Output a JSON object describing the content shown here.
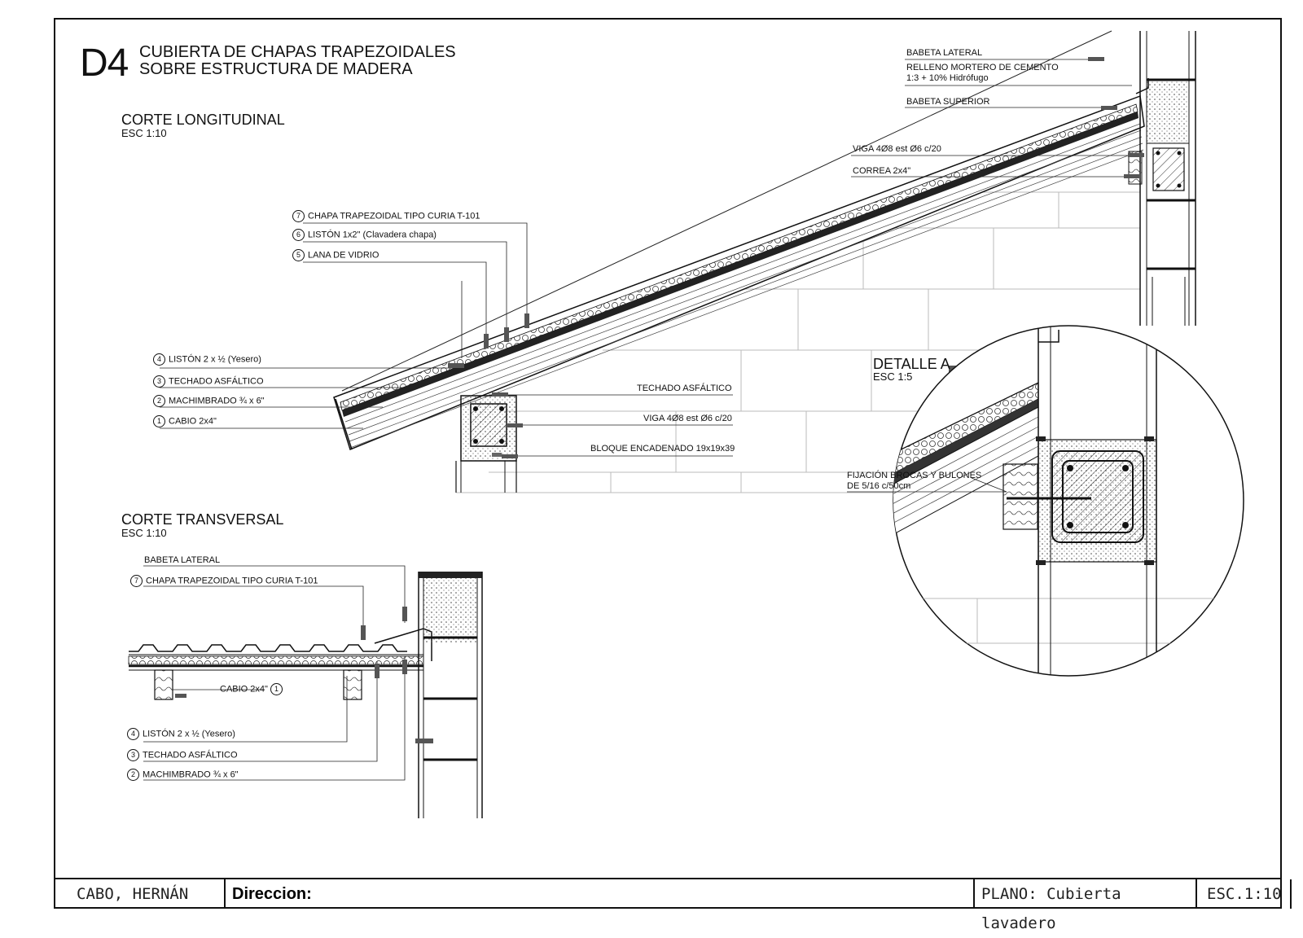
{
  "header": {
    "code": "D4",
    "title_line1": "CUBIERTA DE CHAPAS TRAPEZOIDALES",
    "title_line2": "SOBRE ESTRUCTURA DE MADERA"
  },
  "corte_longitudinal": {
    "title": "CORTE LONGITUDINAL",
    "scale": "ESC 1:10",
    "labels": {
      "l7": {
        "num": "7",
        "text": "CHAPA TRAPEZOIDAL TIPO CURIA T-101"
      },
      "l6": {
        "num": "6",
        "text": "LISTÓN 1x2\" (Clavadera chapa)"
      },
      "l5": {
        "num": "5",
        "text": "LANA DE VIDRIO"
      },
      "l4": {
        "num": "4",
        "text": "LISTÓN 2 x ½ (Yesero)"
      },
      "l3": {
        "num": "3",
        "text": "TECHADO ASFÁLTICO"
      },
      "l2": {
        "num": "2",
        "text": "MACHIMBRADO ¾ x 6\""
      },
      "l1": {
        "num": "1",
        "text": "CABIO 2x4\""
      },
      "techado": "TECHADO ASFÁLTICO",
      "viga": "VIGA 4Ø8 est Ø6 c/20",
      "bloque": "BLOQUE ENCADENADO 19x19x39"
    }
  },
  "top_right_labels": {
    "babeta_lateral": "BABETA LATERAL",
    "relleno_1": "RELLENO MORTERO DE CEMENTO",
    "relleno_2": "1:3 + 10% Hidrófugo",
    "babeta_superior": "BABETA SUPERIOR",
    "viga": "VIGA 4Ø8 est Ø6 c/20",
    "correa": "CORREA 2x4\""
  },
  "detalle_a": {
    "title": "DETALLE A",
    "scale": "ESC 1:5",
    "fijacion_1": "FIJACIÓN BROCAS Y BULONES",
    "fijacion_2": "DE 5/16 c/50cm"
  },
  "corte_transversal": {
    "title": "CORTE TRANSVERSAL",
    "scale": "ESC 1:10",
    "labels": {
      "babeta": "BABETA LATERAL",
      "l7": {
        "num": "7",
        "text": "CHAPA TRAPEZOIDAL TIPO CURIA T-101"
      },
      "cabio": "CABIO 2x4\"",
      "cabio_num": "1",
      "l4": {
        "num": "4",
        "text": "LISTÓN 2 x ½ (Yesero)"
      },
      "l3": {
        "num": "3",
        "text": "TECHADO ASFÁLTICO"
      },
      "l2": {
        "num": "2",
        "text": "MACHIMBRADO ¾ x 6\""
      }
    }
  },
  "title_block": {
    "author": "CABO, HERNÁN",
    "direccion": "Direccion:",
    "plano": "PLANO: Cubierta lavadero",
    "escala": "ESC.1:10",
    "sheet": "D4"
  }
}
